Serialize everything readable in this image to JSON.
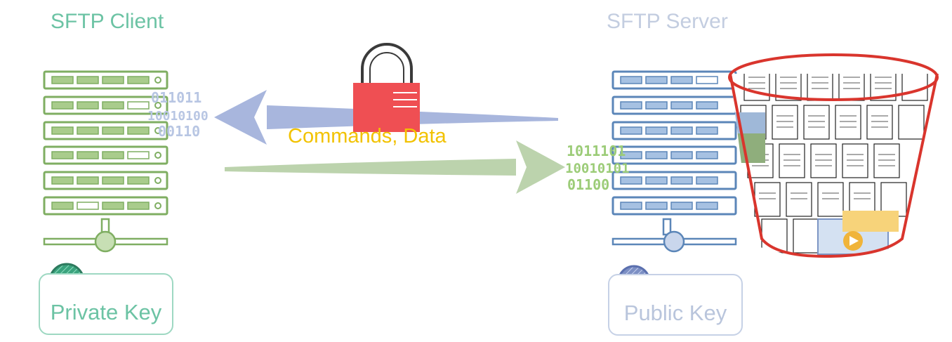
{
  "client": {
    "title": "SFTP Client",
    "key_label": "Private Key",
    "color": "#7fae62",
    "key_color": "#3aa37d"
  },
  "server": {
    "title": "SFTP Server",
    "key_label": "Public Key",
    "color": "#5b86b8",
    "key_color": "#7c8fc4"
  },
  "connection": {
    "label": "Commands, Data",
    "label_color": "#f2c200",
    "lock_color": "#ef4f53"
  },
  "binary": {
    "left_rows": [
      "011011",
      "10010100",
      "00110"
    ],
    "right_rows": [
      "1011101",
      "10010101",
      "01100"
    ]
  },
  "storage": {
    "name": "bucket-icon",
    "rim_color": "#d9352d"
  }
}
